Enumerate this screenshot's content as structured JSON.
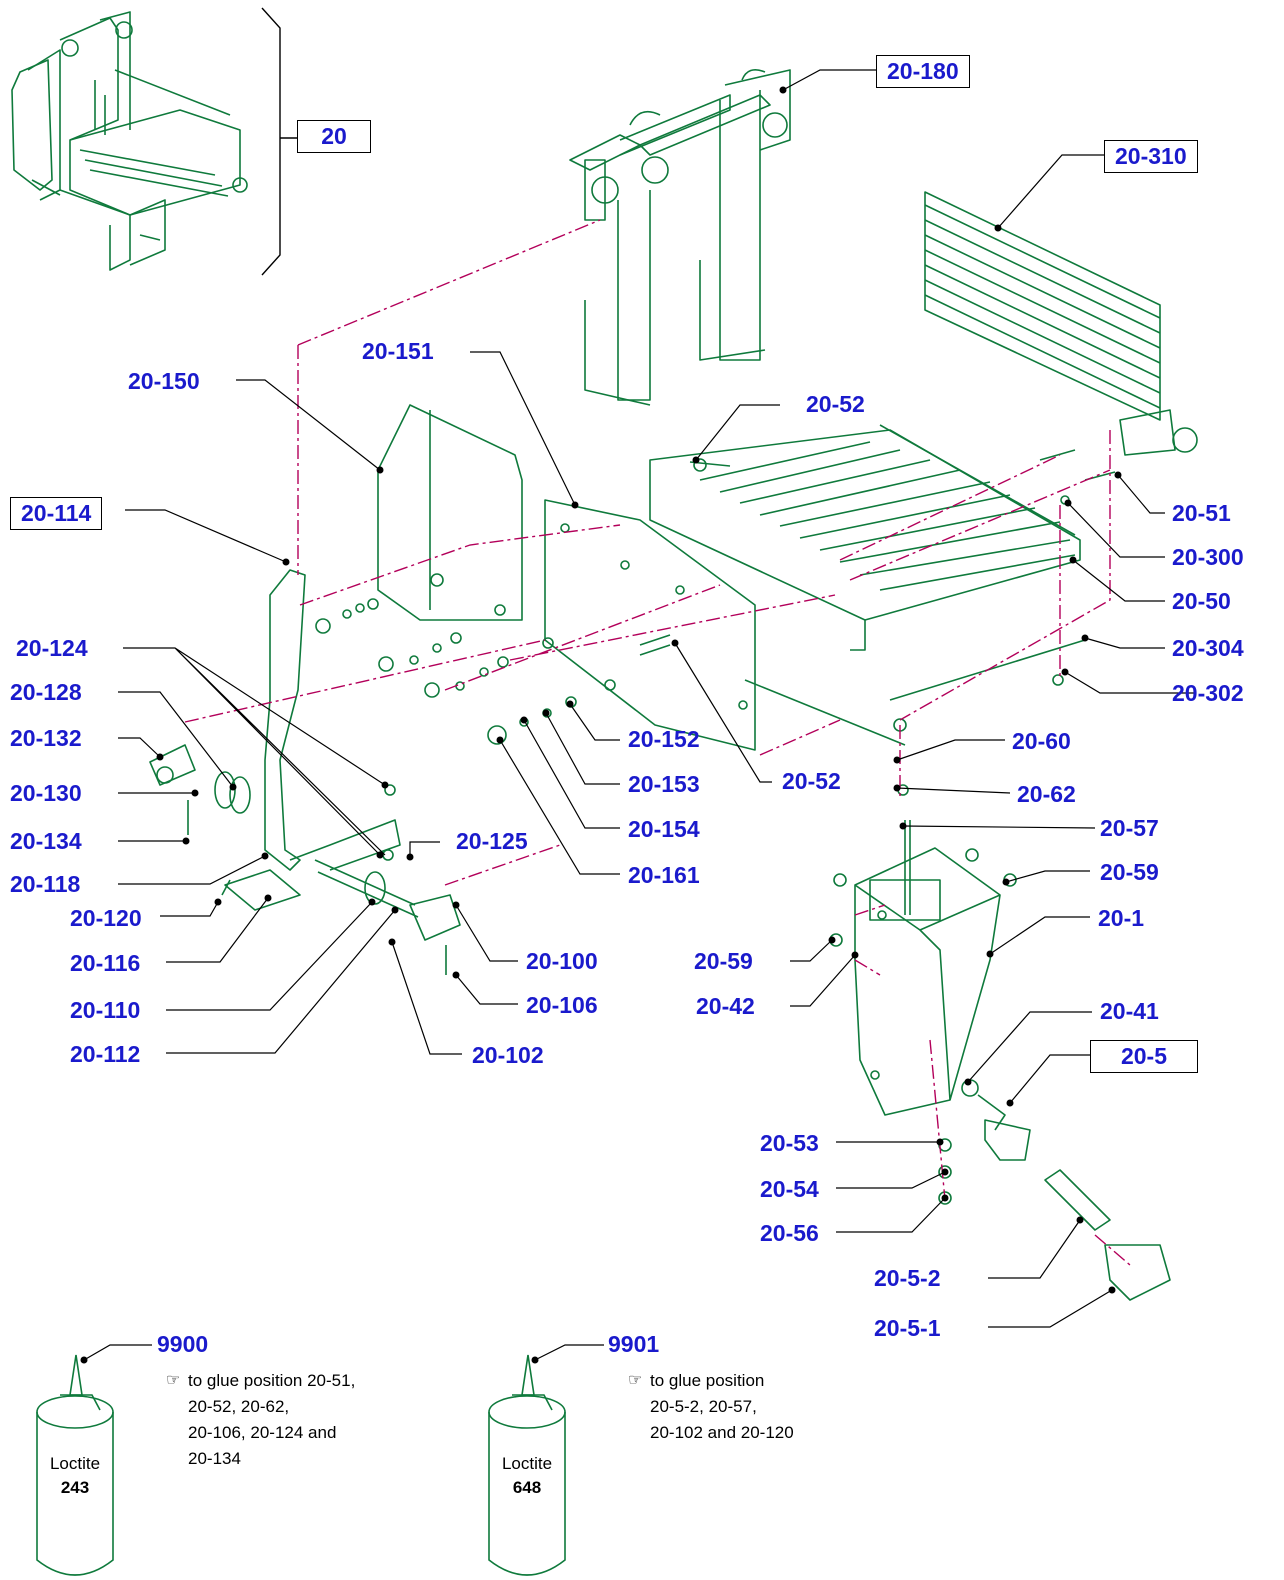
{
  "colors": {
    "label": "#1a1acc",
    "drawing": "#0f7a3c",
    "centerline": "#b3005a",
    "leader": "#000000"
  },
  "labels": {
    "l20": "20",
    "l20_180": "20-180",
    "l20_310": "20-310",
    "l20_151": "20-151",
    "l20_150": "20-150",
    "l20_52a": "20-52",
    "l20_114": "20-114",
    "l20_51": "20-51",
    "l20_300": "20-300",
    "l20_50": "20-50",
    "l20_304": "20-304",
    "l20_302": "20-302",
    "l20_124": "20-124",
    "l20_128": "20-128",
    "l20_132": "20-132",
    "l20_130": "20-130",
    "l20_134": "20-134",
    "l20_118": "20-118",
    "l20_120": "20-120",
    "l20_116": "20-116",
    "l20_110": "20-110",
    "l20_112": "20-112",
    "l20_152": "20-152",
    "l20_153": "20-153",
    "l20_154": "20-154",
    "l20_161": "20-161",
    "l20_52b": "20-52",
    "l20_60": "20-60",
    "l20_62": "20-62",
    "l20_57": "20-57",
    "l20_59a": "20-59",
    "l20_1": "20-1",
    "l20_59b": "20-59",
    "l20_42": "20-42",
    "l20_41": "20-41",
    "l20_5": "20-5",
    "l20_125": "20-125",
    "l20_100": "20-100",
    "l20_106": "20-106",
    "l20_102": "20-102",
    "l20_53": "20-53",
    "l20_54": "20-54",
    "l20_56": "20-56",
    "l20_5_2": "20-5-2",
    "l20_5_1": "20-5-1",
    "l9900": "9900",
    "l9901": "9901"
  },
  "glue": {
    "g9900": {
      "brand": "Loctite",
      "type": "243",
      "lines": [
        "to glue position 20-51,",
        "20-52, 20-62,",
        "20-106, 20-124 and",
        "20-134"
      ]
    },
    "g9901": {
      "brand": "Loctite",
      "type": "648",
      "lines": [
        "to glue position",
        "20-5-2, 20-57,",
        "20-102 and 20-120"
      ]
    }
  },
  "icons": {
    "note": "pointing-hand-icon",
    "bottle": "glue-bottle-icon"
  }
}
